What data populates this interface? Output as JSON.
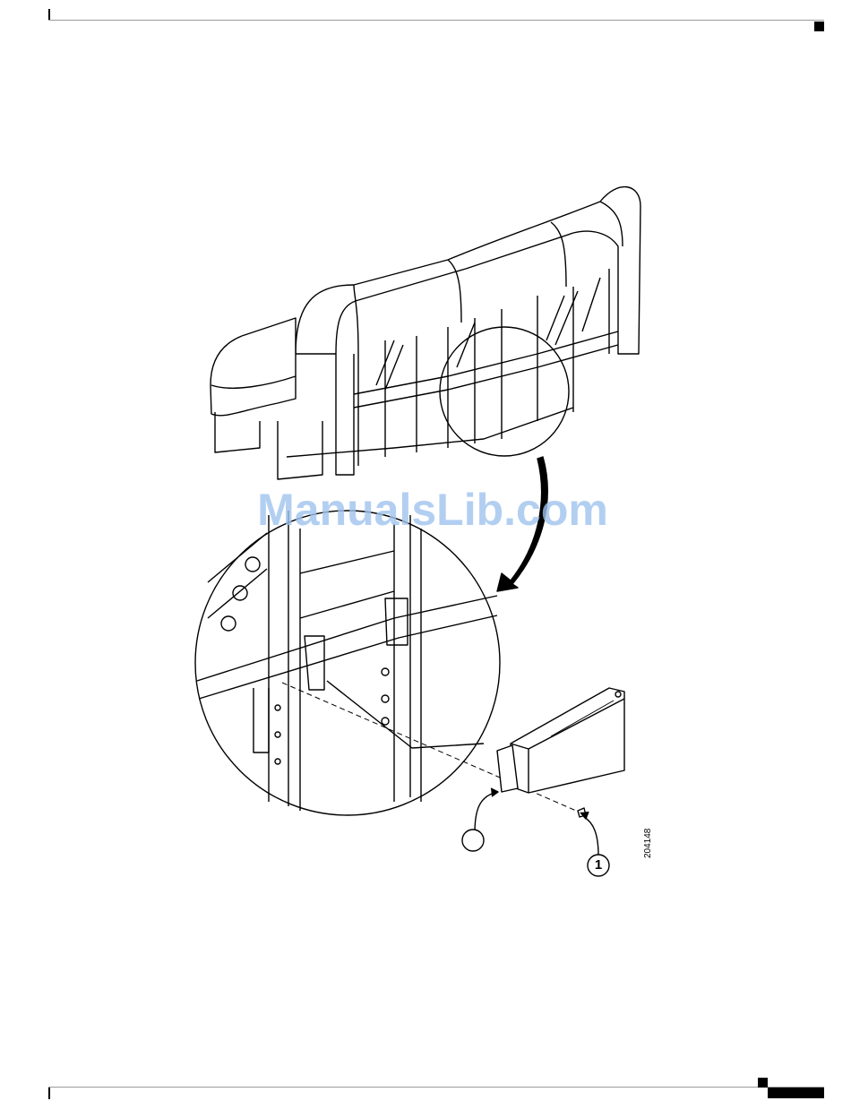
{
  "watermark": "ManualsLib.com",
  "figure_id": "204148",
  "callouts": {
    "one": "1",
    "two": ""
  }
}
